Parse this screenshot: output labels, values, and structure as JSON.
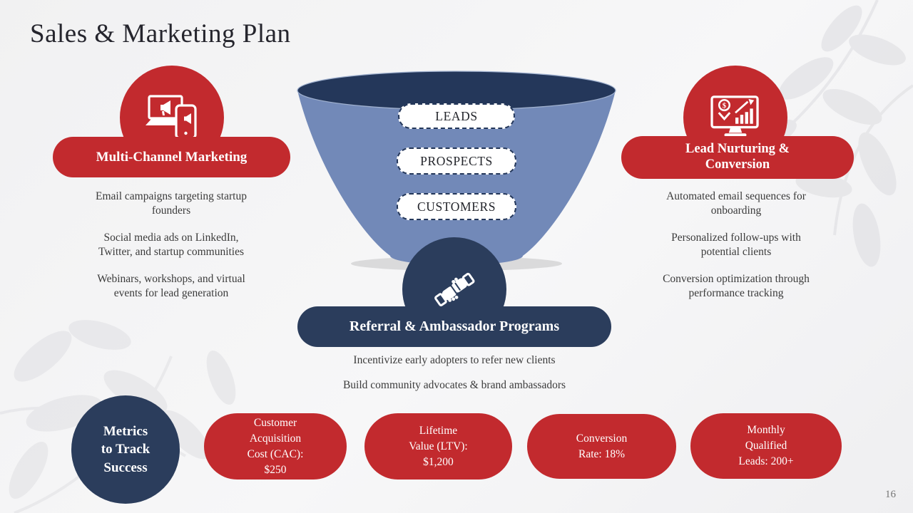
{
  "slide": {
    "title": "Sales & Marketing Plan",
    "page_number": "16"
  },
  "colors": {
    "accent_red": "#C22A2E",
    "accent_navy": "#2B3D5C",
    "funnel_blue": "#7289B8",
    "funnel_rim_navy": "#24375A",
    "background": "#F2F2F3",
    "body_text": "#3B3B3B"
  },
  "left": {
    "icon": "devices-megaphone-icon",
    "heading": "Multi-Channel Marketing",
    "items": [
      "Email campaigns targeting startup\nfounders",
      "Social media ads on LinkedIn,\nTwitter, and startup communities",
      "Webinars, workshops, and virtual\nevents for lead generation"
    ]
  },
  "funnel": {
    "stages": [
      "LEADS",
      "PROSPECTS",
      "CUSTOMERS"
    ]
  },
  "right": {
    "icon": "sales-dashboard-icon",
    "icon_dollar": "$",
    "heading": "Lead Nurturing &\nConversion",
    "items": [
      "Automated email sequences for\nonboarding",
      "Personalized follow-ups with\npotential clients",
      "Conversion optimization through\nperformance tracking"
    ]
  },
  "referral": {
    "icon": "handshake-icon",
    "heading": "Referral & Ambassador Programs",
    "items": [
      "Incentivize early adopters to refer new clients",
      "Build community advocates & brand ambassadors"
    ]
  },
  "metrics": {
    "circle_label": "Metrics\nto Track\nSuccess",
    "items": [
      "Customer\nAcquisition\nCost (CAC):\n$250",
      "Lifetime\nValue (LTV):\n$1,200",
      "Conversion\nRate: 18%",
      "Monthly\nQualified\nLeads: 200+"
    ]
  }
}
